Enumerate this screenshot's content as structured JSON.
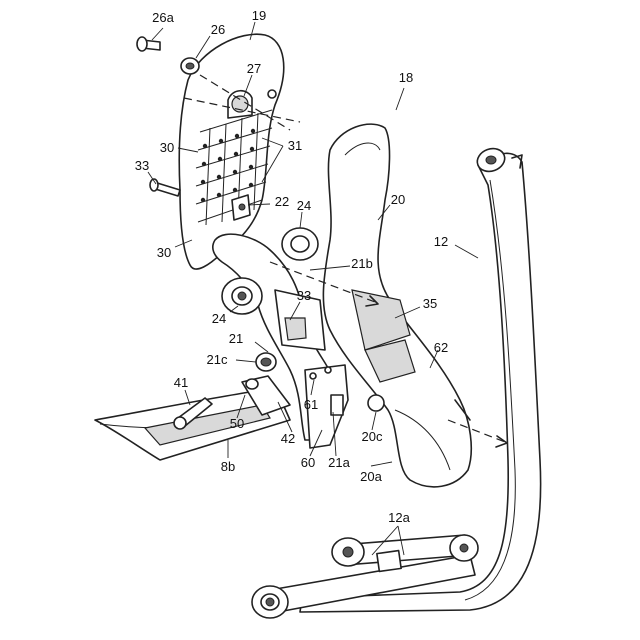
{
  "labels": {
    "l26a": "26a",
    "l26": "26",
    "l19": "19",
    "l27": "27",
    "l18": "18",
    "l30a": "30",
    "l31": "31",
    "l33a": "33",
    "l22": "22",
    "l24a": "24",
    "l20": "20",
    "l12": "12",
    "l30b": "30",
    "l21b": "21b",
    "l24b": "24",
    "l33b": "33",
    "l35": "35",
    "l21": "21",
    "l62": "62",
    "l21c": "21c",
    "l41": "41",
    "l61": "61",
    "l50": "50",
    "l20c": "20c",
    "l42": "42",
    "l60": "60",
    "l21a": "21a",
    "l20a": "20a",
    "l8b": "8b",
    "l12a": "12a"
  }
}
